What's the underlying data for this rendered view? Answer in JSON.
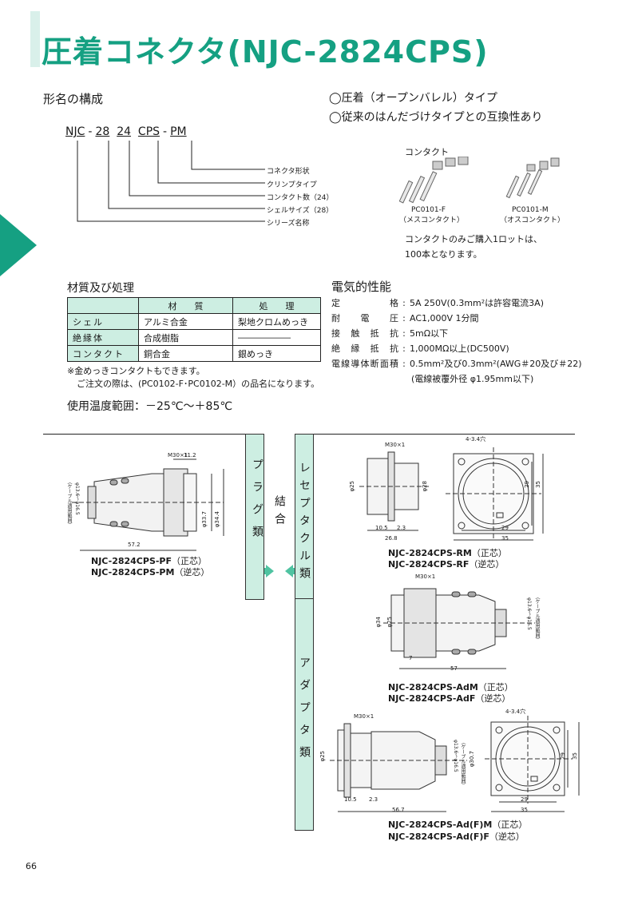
{
  "title": "圧着コネクタ(NJC-2824CPS)",
  "page_number": "66",
  "part_number": {
    "heading": "形名の構成",
    "segments": [
      "NJC",
      "-",
      "28",
      "24",
      "CPS",
      "-",
      "PM"
    ],
    "labels": [
      "コネクタ形状",
      "クリンプタイプ",
      "コンタクト数（24）",
      "シェルサイズ（28）",
      "シリーズ名称"
    ]
  },
  "features": [
    "◯圧着（オープンバレル）タイプ",
    "◯従来のはんだづけタイプとの互換性あり"
  ],
  "contacts": {
    "heading": "コンタクト",
    "female_code": "PC0101-F",
    "female_name": "（メスコンタクト）",
    "male_code": "PC0101-M",
    "male_name": "（オスコンタクト）",
    "note_line1": "コンタクトのみご購入1ロットは、",
    "note_line2": "100本となります。"
  },
  "materials": {
    "heading": "材質及び処理",
    "col_material": "材　　質",
    "col_treatment": "処　　理",
    "rows": [
      {
        "part": "シェル",
        "material": "アルミ合金",
        "treatment": "梨地クロムめっき"
      },
      {
        "part": "絶縁体",
        "material": "合成樹脂",
        "treatment": "――――――"
      },
      {
        "part": "コンタクト",
        "material": "銅合金",
        "treatment": "銀めっき"
      }
    ],
    "note1": "※金めっきコンタクトもできます。",
    "note2": "ご注文の際は、(PC0102-F･PC0102-M）の品名になります。"
  },
  "temperature": "使用温度範囲：－25℃～＋85℃",
  "electrical": {
    "heading": "電気的性能",
    "rows": [
      {
        "key": "定格",
        "value": "5A 250V(0.3mm²は許容電流3A)"
      },
      {
        "key": "耐電圧",
        "value": "AC1,000V 1分間"
      },
      {
        "key": "接触抵抗",
        "value": "5mΩ以下"
      },
      {
        "key": "絶縁抵抗",
        "value": "1,000MΩ以上(DC500V)"
      },
      {
        "key": "電線導体断面積",
        "value": "0.5mm²及び0.3mm²(AWG＃20及び＃22)"
      }
    ],
    "note": "(電線被覆外径 φ1.95mm以下)"
  },
  "categories": {
    "plug": "プラグ類",
    "mating": "結合",
    "receptacle": "レセプタクル類",
    "adapter": "アダプタ類"
  },
  "models": {
    "plug_1": "NJC-2824CPS-PF",
    "plug_1_note": "（正芯）",
    "plug_2": "NJC-2824CPS-PM",
    "plug_2_note": "（逆芯）",
    "rec_1": "NJC-2824CPS-RM",
    "rec_1_note": "（正芯）",
    "rec_2": "NJC-2824CPS-RF",
    "rec_2_note": "（逆芯）",
    "adm_1": "NJC-2824CPS-AdM",
    "adm_1_note": "（正芯）",
    "adm_2": "NJC-2824CPS-AdF",
    "adm_2_note": "（逆芯）",
    "adf_1": "NJC-2824CPS-Ad(F)M",
    "adf_1_note": "（正芯）",
    "adf_2": "NJC-2824CPS-Ad(F)F",
    "adf_2_note": "（逆芯）"
  },
  "dimensions": {
    "thread": "M30×1",
    "plug_len": "57.2",
    "plug_11": "11.2",
    "plug_d1": "φ33.7",
    "plug_d2": "φ34.4",
    "cable_range": "φ13.6～φ16.5",
    "cable_note": "（ケーブル適用範囲）",
    "rec_holes": "4-3.4穴",
    "rec_d": "φ25",
    "rec_d2": "φ28",
    "rec_10": "10.5",
    "rec_23": "2.3",
    "rec_268": "26.8",
    "sq_29": "29",
    "sq_35": "35",
    "adm_d1": "φ34",
    "adm_d2": "φ25",
    "adm_7": "7",
    "adm_57": "57",
    "adf_d": "φ25",
    "adf_d2": "φ30.7",
    "adf_567": "56.7"
  }
}
